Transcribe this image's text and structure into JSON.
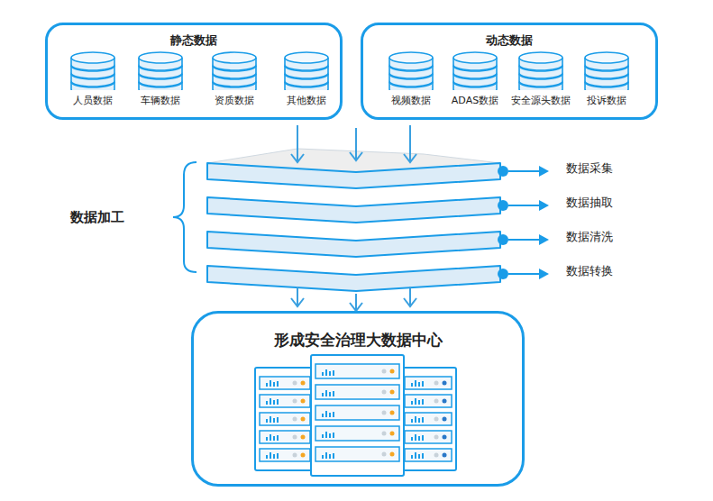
{
  "diagram": {
    "nodes": [
      {
        "text": [
          "静态数据"
        ]
      },
      {
        "text": [
          "人员数据"
        ],
        "in": 0
      },
      {
        "text": [
          "车辆数据"
        ],
        "in": 0
      },
      {
        "text": [
          "资质数据"
        ],
        "in": 0
      },
      {
        "text": [
          "其他数据"
        ],
        "in": 0
      },
      {
        "text": [
          "动态数据"
        ]
      },
      {
        "text": [
          "视频数据"
        ],
        "in": 5
      },
      {
        "text": [
          "ADAS数据"
        ],
        "in": 5
      },
      {
        "text": [
          "安全源头数据"
        ],
        "in": 5
      },
      {
        "text": [
          "投诉数据"
        ],
        "in": 5
      },
      {
        "text": [
          "数据加工"
        ]
      },
      {
        "text": [
          "形成安全治理大数据中心"
        ]
      }
    ],
    "edges": [
      {
        "from": 0,
        "to": 10,
        "arrow": "to"
      },
      {
        "from": 5,
        "to": 10,
        "arrow": "to"
      },
      {
        "from": 10,
        "to": 11,
        "arrow": "to"
      }
    ],
    "labels": [
      "数据采集",
      "数据抽取",
      "数据清洗",
      "数据转换"
    ]
  }
}
